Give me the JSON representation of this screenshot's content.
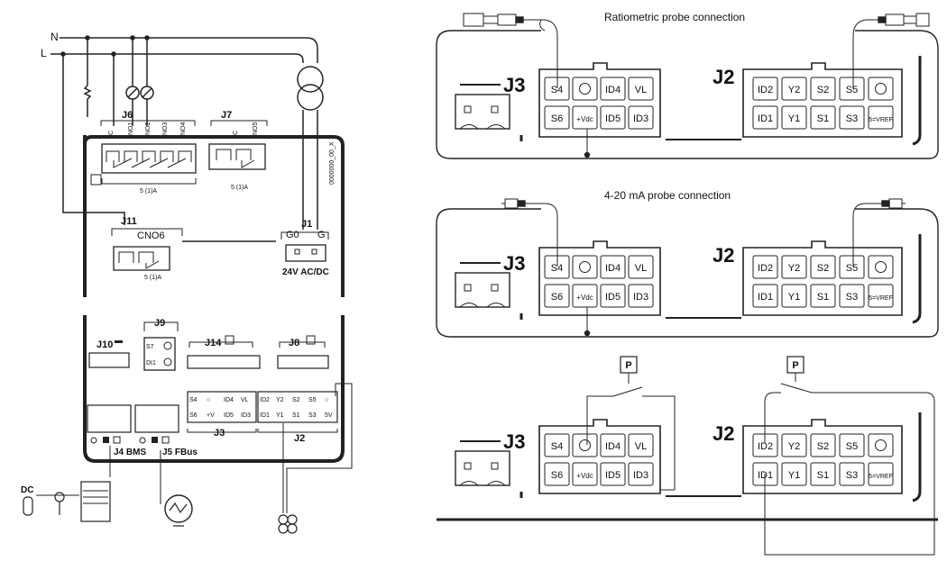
{
  "left": {
    "lines": {
      "n": "N",
      "l": "L"
    },
    "j6": {
      "label": "J6",
      "pins": [
        "C",
        "NO1",
        "NO2",
        "NO3",
        "NO4"
      ],
      "rating": "5 (1)A"
    },
    "j7": {
      "label": "J7",
      "pins": [
        "C",
        "NO5"
      ],
      "rating": "5 (1)A"
    },
    "j11": {
      "label": "J11",
      "name": "CNO6",
      "rating": "5 (1)A"
    },
    "j1": {
      "label": "J1",
      "pins": [
        "G0",
        "G"
      ],
      "supply": "24V AC/DC"
    },
    "side_code": "0000000_00_X",
    "j10": {
      "label": "J10"
    },
    "j9": {
      "label": "J9",
      "pins": [
        "S7",
        "DI1"
      ]
    },
    "j14": {
      "label": "J14"
    },
    "j8": {
      "label": "J8"
    },
    "j3": {
      "label": "J3",
      "row1": [
        "S4",
        "○",
        "ID4",
        "VL"
      ],
      "row2": [
        "S6",
        "+V",
        "ID5",
        "ID3"
      ]
    },
    "j2": {
      "label": "J2",
      "row1": [
        "ID2",
        "Y2",
        "S2",
        "S5",
        "○"
      ],
      "row2": [
        "ID1",
        "Y1",
        "S1",
        "S3",
        "5V"
      ]
    },
    "bus": {
      "j4": "J4 BMS",
      "j5": "J5 FBus"
    },
    "dc_label": "DC"
  },
  "panels": [
    {
      "caption": "Ratiometric probe connection",
      "j3_label": "J3",
      "j2_label": "J2",
      "j3_row1": [
        "S4",
        "○",
        "ID4",
        "VL"
      ],
      "j3_row2": [
        "S6",
        "+Vdc",
        "ID5",
        "ID3"
      ],
      "j2_row1": [
        "ID2",
        "Y2",
        "S2",
        "S5",
        "○"
      ],
      "j2_row2": [
        "ID1",
        "Y1",
        "S1",
        "S3",
        "5=VREF"
      ]
    },
    {
      "caption": "4-20 mA probe connection",
      "j3_label": "J3",
      "j2_label": "J2",
      "j3_row1": [
        "S4",
        "○",
        "ID4",
        "VL"
      ],
      "j3_row2": [
        "S6",
        "+Vdc",
        "ID5",
        "ID3"
      ],
      "j2_row1": [
        "ID2",
        "Y2",
        "S2",
        "S5",
        "○"
      ],
      "j2_row2": [
        "ID1",
        "Y1",
        "S1",
        "S3",
        "5=VREF"
      ]
    },
    {
      "caption": "",
      "j3_label": "J3",
      "j2_label": "J2",
      "switch_label": "P",
      "j3_row1": [
        "S4",
        "○",
        "ID4",
        "VL"
      ],
      "j3_row2": [
        "S6",
        "+Vdc",
        "ID5",
        "ID3"
      ],
      "j2_row1": [
        "ID2",
        "Y2",
        "S2",
        "S5",
        "○"
      ],
      "j2_row2": [
        "ID1",
        "Y1",
        "S1",
        "S3",
        "5=VREF"
      ]
    }
  ]
}
